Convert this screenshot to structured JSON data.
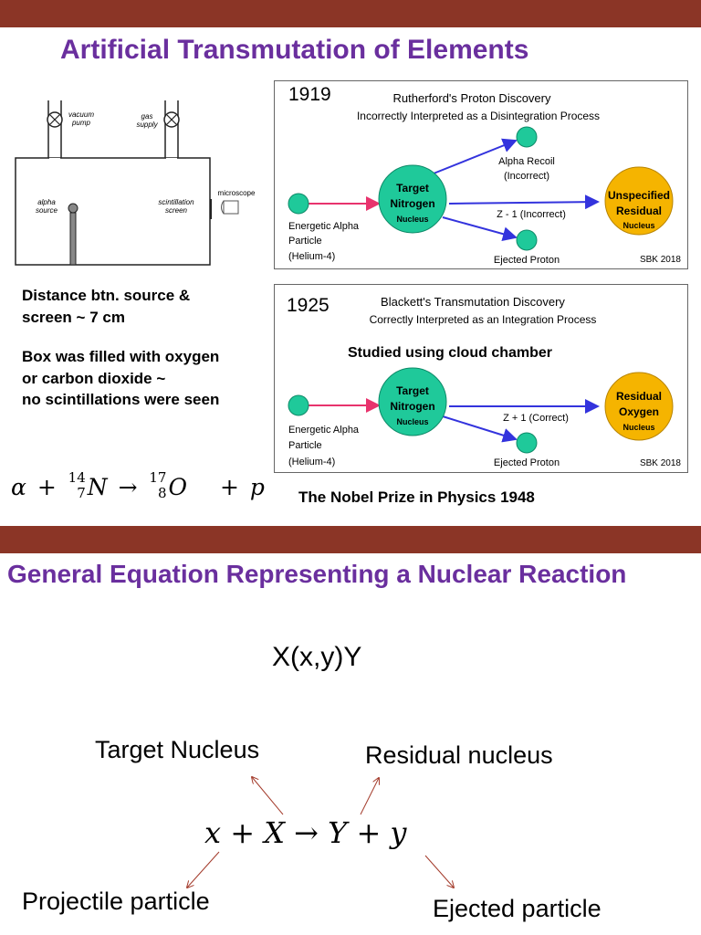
{
  "slide1": {
    "title": "Artificial Transmutation of Elements",
    "apparatus": {
      "vacuum_pump": [
        "vacuum",
        "pump"
      ],
      "gas_supply": [
        "gas",
        "supply"
      ],
      "alpha_source": [
        "alpha",
        "source"
      ],
      "scintillation_screen": [
        "scintillation",
        "screen"
      ],
      "microscope": "microscope"
    },
    "notes": {
      "line1": "Distance btn. source &",
      "line2": "screen ~ 7 cm",
      "line3": "Box was filled with oxygen",
      "line4": "or carbon dioxide  ~",
      "line5": "no scintillations were seen"
    },
    "equation": {
      "alpha": "α",
      "plus1": "+",
      "n_mass": "14",
      "n_atomic": "7",
      "n_symbol": "N",
      "arrow": "→",
      "o_mass": "17",
      "o_atomic": "8",
      "o_symbol": "O",
      "plus2": "+",
      "proton": "p"
    },
    "nobel": "The Nobel Prize in Physics 1948",
    "rutherford": {
      "year": "1919",
      "title": "Rutherford's Proton Discovery",
      "subtitle": "Incorrectly Interpreted as a Disintegration Process",
      "alpha_recoil": [
        "Alpha Recoil",
        "(Incorrect)"
      ],
      "target": [
        "Target",
        "Nitrogen",
        "Nucleus"
      ],
      "residual": [
        "Unspecified",
        "Residual",
        "Nucleus"
      ],
      "reaction": "Z - 1 (Incorrect)",
      "projectile": [
        "Energetic Alpha",
        "Particle",
        "(Helium-4)"
      ],
      "ejected": "Ejected Proton",
      "credit": "SBK 2018"
    },
    "blackett": {
      "year": "1925",
      "title": "Blackett's Transmutation Discovery",
      "subtitle": "Correctly Interpreted as an Integration Process",
      "studied": "Studied using cloud chamber",
      "target": [
        "Target",
        "Nitrogen",
        "Nucleus"
      ],
      "residual": [
        "Residual",
        "Oxygen",
        "Nucleus"
      ],
      "reaction": "Z + 1 (Correct)",
      "projectile": [
        "Energetic Alpha",
        "Particle",
        "(Helium-4)"
      ],
      "ejected": "Ejected Proton",
      "credit": "SBK 2018"
    }
  },
  "slide2": {
    "title": "General Equation Representing a Nuclear Reaction",
    "notation": "X(x,y)Y",
    "target_label": "Target Nucleus",
    "residual_label": "Residual nucleus",
    "projectile_label": "Projectile particle",
    "ejected_label": "Ejected particle",
    "equation": {
      "x": "x",
      "plus1": "+",
      "X": "X",
      "arrow": "→",
      "Y": "Y",
      "plus2": "+",
      "y": "y"
    }
  },
  "colors": {
    "bar": "#8b3526",
    "title": "#6a2f9e",
    "nucleus_green": "#1fc99a",
    "nucleus_orange": "#f5b400",
    "alpha_arrow": "#e8336d",
    "reaction_arrow": "#3333dd",
    "label_arrow": "#a33a2a"
  }
}
